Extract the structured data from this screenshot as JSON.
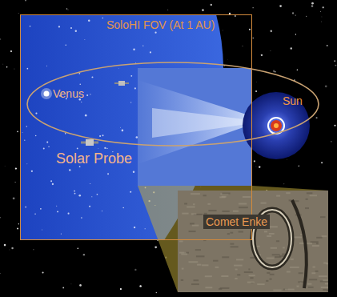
{
  "diagram": {
    "nodes": [
      {
        "text": [
          "SoloHI FOV (At 1 AU)"
        ]
      },
      {
        "text": [
          "Comet Enke"
        ]
      }
    ],
    "labels": [
      "Venus",
      "Solar Probe",
      "Sun"
    ]
  }
}
